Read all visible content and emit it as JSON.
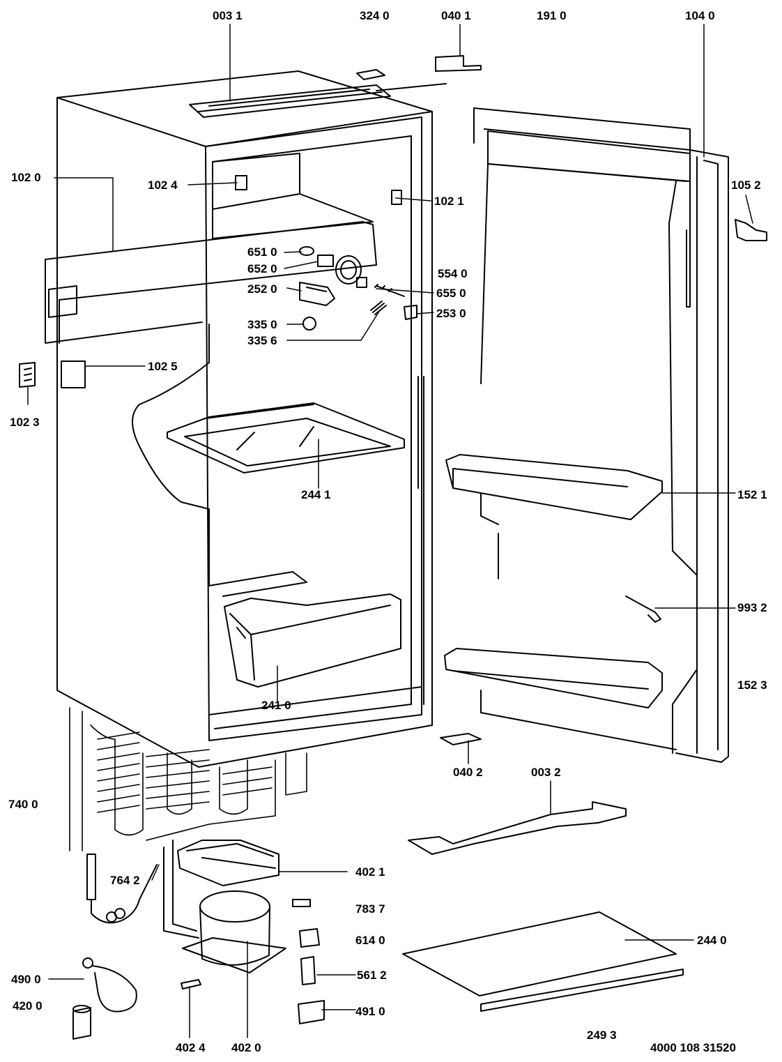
{
  "labels": {
    "p0031": "003 1",
    "p3240": "324 0",
    "p0401": "040 1",
    "p1910": "191 0",
    "p1040": "104 0",
    "p1020": "102 0",
    "p1024": "102 4",
    "p1021": "102 1",
    "p1052": "105 2",
    "p6510": "651 0",
    "p6520": "652 0",
    "p5540": "554 0",
    "p2520": "252 0",
    "p6550": "655 0",
    "p2530": "253 0",
    "p3350": "335 0",
    "p3356": "335 6",
    "p1025": "102 5",
    "p1023": "102 3",
    "p2441": "244 1",
    "p1521": "152 1",
    "p9932": "993 2",
    "p2410": "241 0",
    "p1523": "152 3",
    "p0402": "040 2",
    "p0032": "003 2",
    "p7400": "740 0",
    "p4021": "402 1",
    "p7642": "764 2",
    "p7837": "783 7",
    "p6140": "614 0",
    "p2440": "244 0",
    "p5612": "561 2",
    "p4900": "490 0",
    "p4200": "420 0",
    "p4910": "491 0",
    "p4024": "402 4",
    "p4020": "402 0",
    "p2493": "249 3",
    "doc_number": "4000 108 31520"
  },
  "colors": {
    "ink": "#000000",
    "paper": "#ffffff"
  }
}
